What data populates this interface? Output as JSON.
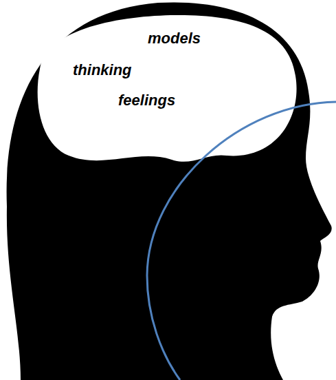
{
  "diagram": {
    "labels": [
      "models",
      "thinking",
      "feelings"
    ]
  }
}
